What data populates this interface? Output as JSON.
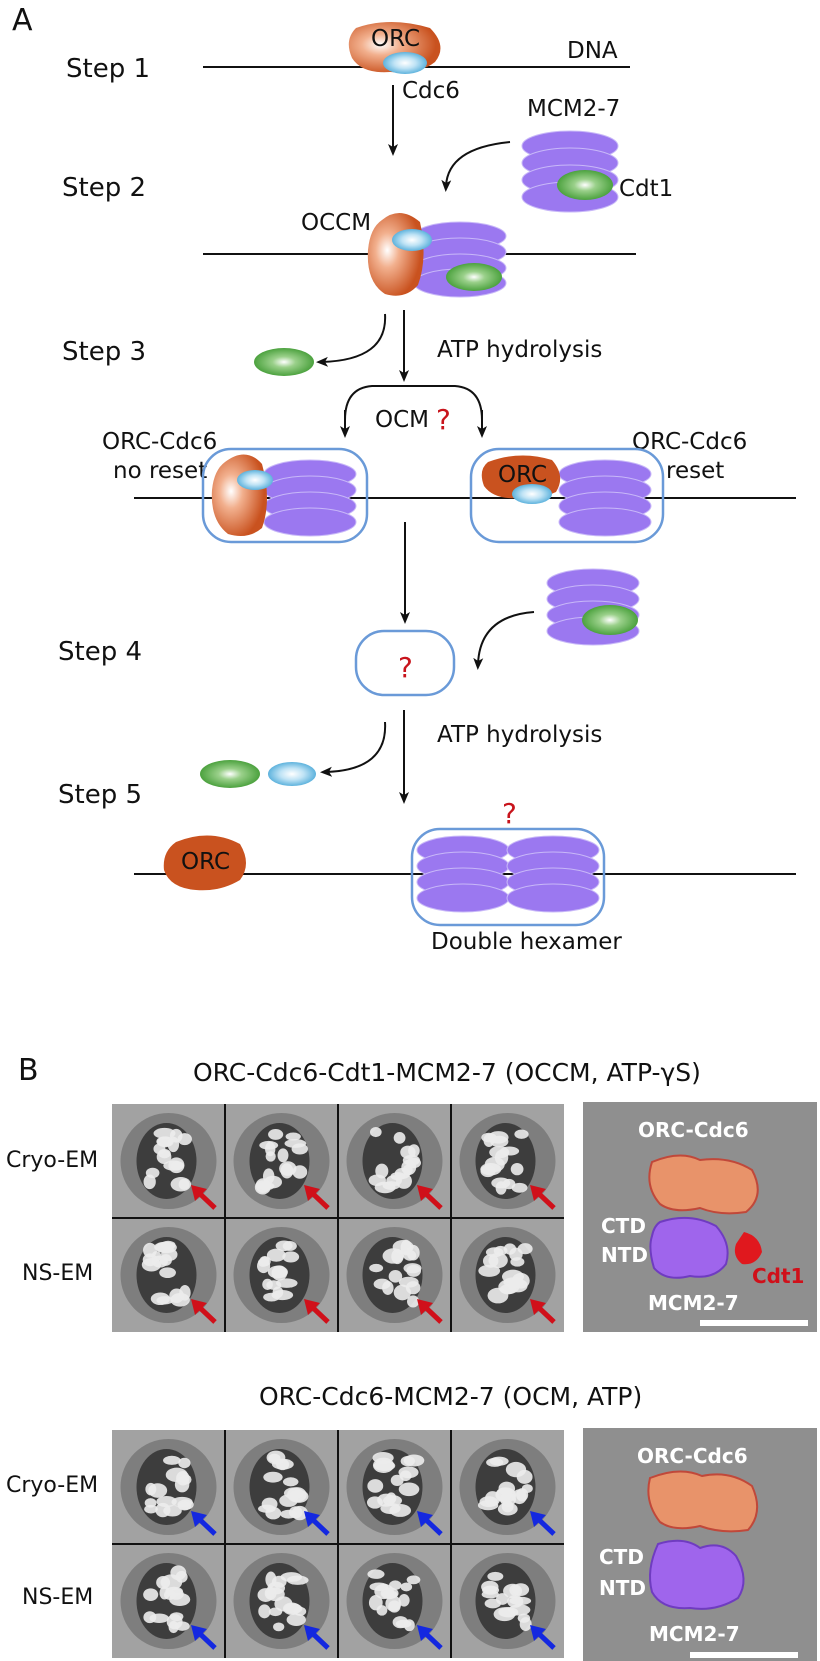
{
  "panel_a": {
    "label": "A",
    "steps": [
      "Step 1",
      "Step 2",
      "Step 3",
      "Step 4",
      "Step 5"
    ],
    "labels": {
      "orc": "ORC",
      "dna": "DNA",
      "cdc6": "Cdc6",
      "mcm": "MCM2-7",
      "cdt1": "Cdt1",
      "occm": "OCCM",
      "atp1": "ATP hydrolysis",
      "ocm": "OCM",
      "left_state_1": "ORC-Cdc6",
      "left_state_2": "no reset",
      "right_state_1": "ORC-Cdc6",
      "right_state_2": "reset",
      "orc_reset": "ORC",
      "atp2": "ATP hydrolysis",
      "orc_final": "ORC",
      "double_hexamer": "Double hexamer",
      "question": "?"
    },
    "colors": {
      "orc": "#c9521f",
      "cdc6": "#7cc4e8",
      "mcm": "#9b78f0",
      "cdt1": "#3f9a32",
      "outline": "#6a9ad8"
    }
  },
  "panel_b": {
    "label": "B",
    "occm_title": "ORC-Cdc6-Cdt1-MCM2-7 (OCCM, ATP-γS)",
    "ocm_title": "ORC-Cdc6-MCM2-7 (OCM, ATP)",
    "row_labels": [
      "Cryo-EM",
      "NS-EM"
    ],
    "model_labels": {
      "orc_cdc6": "ORC-Cdc6",
      "ctd": "CTD",
      "ntd": "NTD",
      "mcm": "MCM2-7",
      "cdt1": "Cdt1"
    },
    "arrow_colors": {
      "occm": "#d0101a",
      "ocm": "#1428e0"
    }
  }
}
